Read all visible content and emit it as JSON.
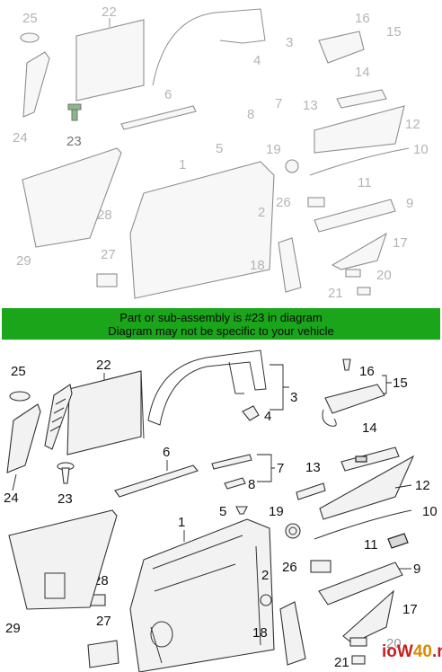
{
  "banner": {
    "line1": "Part or sub-assembly is #23 in diagram",
    "line2": "Diagram may not be specific to your vehicle"
  },
  "top_labels": {
    "n25": "25",
    "n22": "22",
    "n3": "3",
    "n16": "16",
    "n15": "15",
    "n4": "4",
    "n14": "14",
    "n6": "6",
    "n7": "7",
    "n13": "13",
    "n12": "12",
    "n8": "8",
    "n24": "24",
    "n23": "23",
    "n5": "5",
    "n19": "19",
    "n10": "10",
    "n1": "1",
    "n11": "11",
    "n26": "26",
    "n9": "9",
    "n2": "2",
    "n28": "28",
    "n17": "17",
    "n29": "29",
    "n27": "27",
    "n18": "18",
    "n20": "20",
    "n21": "21"
  },
  "bottom_labels": {
    "n25": "25",
    "n22": "22",
    "n3": "3",
    "n16": "16",
    "n15": "15",
    "n4": "4",
    "n14": "14",
    "n6": "6",
    "n7": "7",
    "n13": "13",
    "n12": "12",
    "n8": "8",
    "n24": "24",
    "n23": "23",
    "n5": "5",
    "n19": "19",
    "n10": "10",
    "n1": "1",
    "n11": "11",
    "n26": "26",
    "n9": "9",
    "n2": "2",
    "n28": "28",
    "n17": "17",
    "n29": "29",
    "n27": "27",
    "n18": "18",
    "n20": "20",
    "n21": "21"
  },
  "watermark": {
    "brand_a": "ioW",
    "brand_b": "40",
    "suffix": ".ru"
  },
  "colors": {
    "banner": "#1aa51a",
    "highlight_part": "#2e7d2e"
  }
}
